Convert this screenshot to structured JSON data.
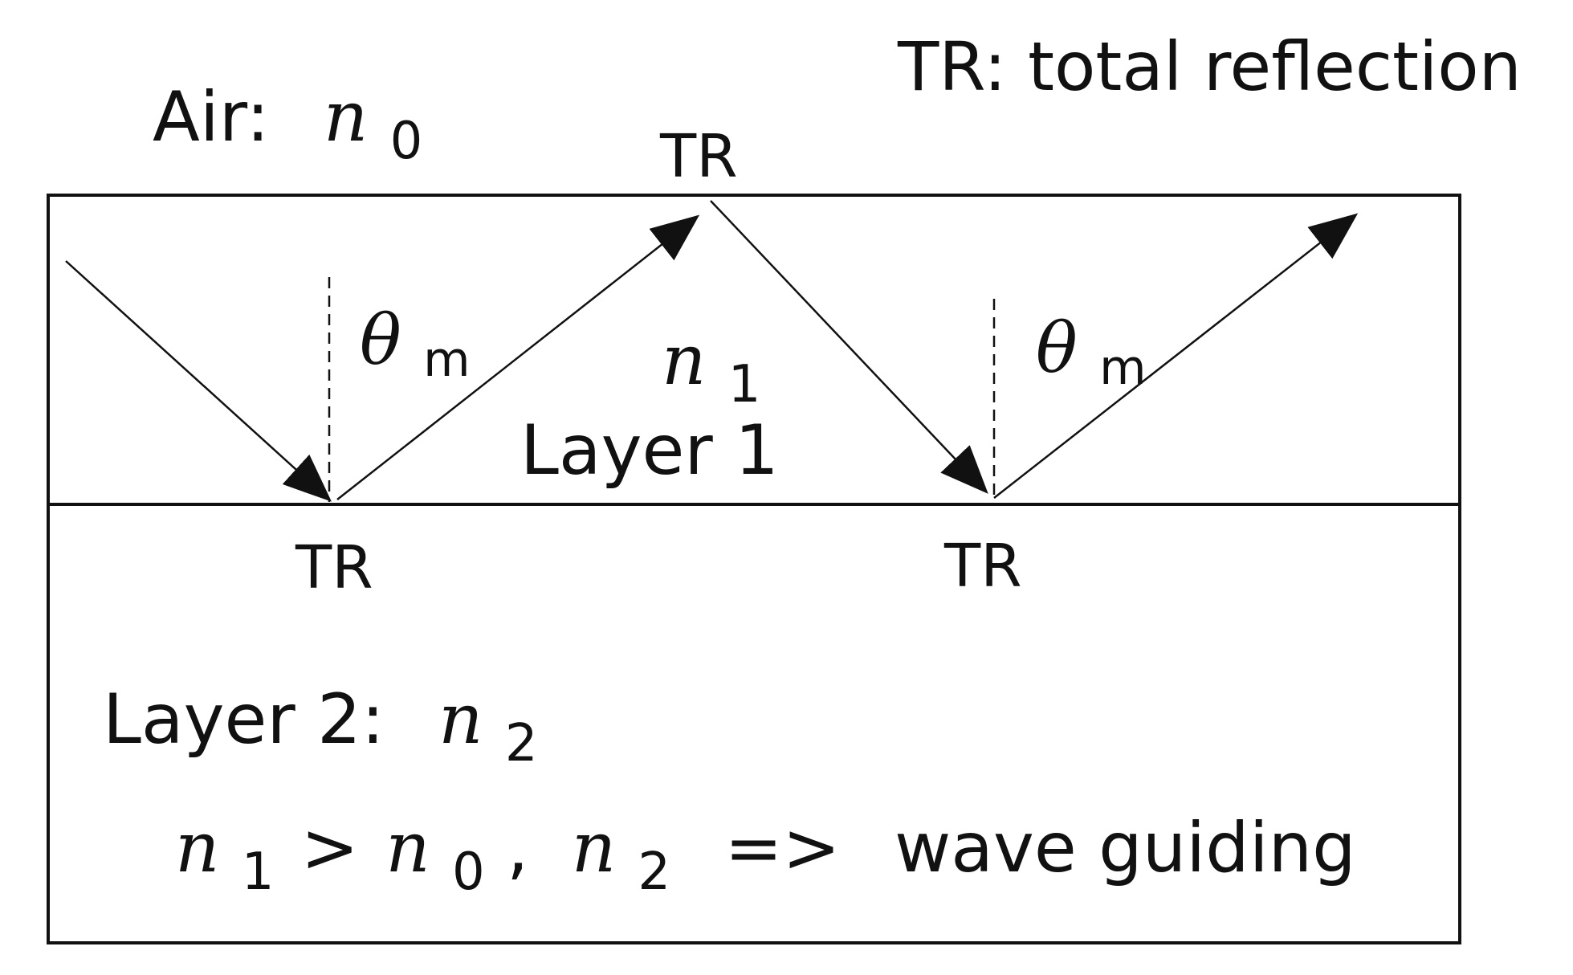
{
  "legend": "TR: total reflection",
  "air": {
    "prefix": "Air:",
    "symbol": "n",
    "subscript": "0"
  },
  "layer1": {
    "symbol": "n",
    "subscript": "1",
    "label": "Layer 1"
  },
  "layer2": {
    "prefix": "Layer 2:",
    "symbol": "n",
    "subscript": "2"
  },
  "tr_labels": {
    "top": "TR",
    "bottom_left": "TR",
    "bottom_right": "TR"
  },
  "angles": {
    "left": {
      "symbol": "θ",
      "subscript": "m"
    },
    "right": {
      "symbol": "θ",
      "subscript": "m"
    }
  },
  "condition": {
    "n1": "n",
    "n1_sub": "1",
    "gt": ">",
    "n0": "n",
    "n0_sub": "0",
    "comma": ",",
    "n2": "n",
    "n2_sub": "2",
    "arrow": "=>",
    "result": "wave guiding"
  },
  "colors": {
    "line": "#111111",
    "background": "#ffffff"
  }
}
